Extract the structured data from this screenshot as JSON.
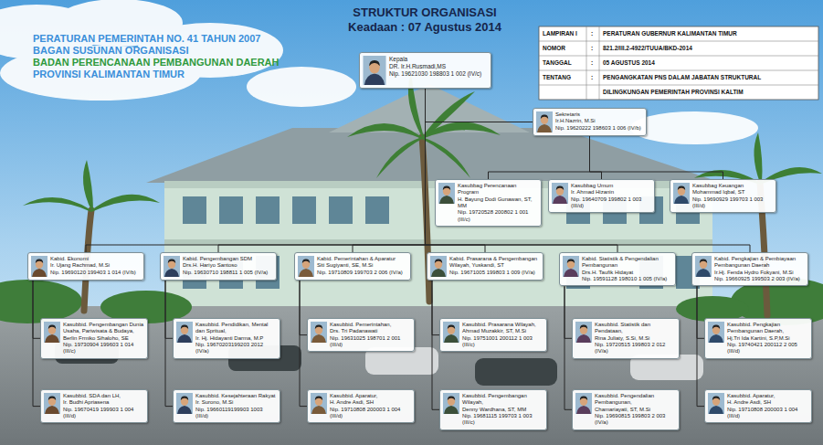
{
  "diagram": {
    "title": "STRUKTUR ORGANISASI",
    "nodes": [
      {
        "text": [
          "Kepala",
          "DR. Ir.H.Rusmadi,MS",
          "Nip. 19621030 198803 1 002 (IV/c)"
        ]
      },
      {
        "text": [
          "Sekretaris",
          "Ir.H.Nazrin, M.Si",
          "Nip. 19620222 198603 1 006 (IV/b)"
        ]
      },
      {
        "text": [
          "Kasubbag Perencanaan Program",
          "H. Bayung Dodi Gunawan, ST, MM",
          "Nip. 19720528 200802 1 001 (III/c)"
        ]
      },
      {
        "text": [
          "Kasubbag Umum",
          "Ir. Ahmad Hizanin",
          "Nip. 19640709 199802 1 003 (III/d)"
        ]
      },
      {
        "text": [
          "Kasubbag Keuangan",
          "Mohammad Iqbal, ST",
          "Nip. 19690929 199703 1 003 (III/d)"
        ]
      },
      {
        "text": [
          "Kabid. Ekonomi",
          "Ir. Ujang Rachmad, M.Si",
          "Nip. 19690120 199403 1 014 (IV/b)"
        ]
      },
      {
        "text": [
          "Kabid. Pengembangan SDM",
          "Drs.H. Hariyo Santoso",
          "Nip. 19630710 198811 1 005 (IV/a)"
        ]
      },
      {
        "text": [
          "Kabid. Pemerintahan & Aparatur",
          "Siti Sugiyanti, SE, M.Si",
          "Nip. 19710809 199703 2 006 (IV/a)"
        ]
      },
      {
        "text": [
          "Kabid. Prasarana & Pengembangan Wilayah, Yuskandi, ST",
          "Nip. 19671005 199803 1 009 (IV/a)"
        ]
      },
      {
        "text": [
          "Kabid. Statistik & Pengendalian Pembangunan",
          "Drs.H. Taufik Hidayat",
          "Nip. 19591128 198010 1 005 (IV/a)"
        ]
      },
      {
        "text": [
          "Kabid. Pengkajian & Pembiayaan Pembangunan Daerah",
          "Ir.Hj. Fenda Hydro Fokyani, M.Si",
          "Nip. 19660925 199503 2 003 (IV/a)"
        ]
      },
      {
        "text": [
          "Kasubbid. Pengembangan Dunia Usaha, Pariwisata & Budaya, Berlin Frmiko Sihaloho, SE",
          "Nip. 19730904 199603 1 014 (III/c)"
        ]
      },
      {
        "text": [
          "Kasubbid. Pendidikan, Mental dan Spritual,",
          "Ir. Hj. Hidayanti Darma, M.P",
          "Nip. 19670203199203 2012 (IV/a)"
        ]
      },
      {
        "text": [
          "Kasubbid. Pemerintahan,",
          "Drs. Tri Padanawati",
          "Nip. 19631025 198701 2 001 (III/d)"
        ]
      },
      {
        "text": [
          "Kasubbid. Prasarana Wilayah,",
          "Ahmad Muzakkir, ST, M.Si",
          "Nip. 19751001 200112 1 003 (III/c)"
        ]
      },
      {
        "text": [
          "Kasubbid. Statistik dan Pendataan,",
          "Rina Juliaty, S.Si, M.Si",
          "Nip. 19720515 199803 2 012 (IV/a)"
        ]
      },
      {
        "text": [
          "Kasubbid. Pengkajian Pembangunan Daerah,",
          "Hj.Tri Ida Kartini, S.P,M.Si",
          "Nip. 19740421 200112 2 005 (III/d)"
        ]
      },
      {
        "text": [
          "Kasubbid. SDA dan LH,",
          "Ir. Budhi Apriasena",
          "Nip. 19670419 199903 1 004 (III/d)"
        ]
      },
      {
        "text": [
          "Kasubbid. Kesejahteraan Rakyat",
          "Ir. Surono, M.Si",
          "Nip. 19660119199903 1003 (III/d)"
        ]
      },
      {
        "text": [
          "Kasubbid. Aparatur,",
          "H. Andre Asdi, SH",
          "Nip. 19710808 200003 1 004 (III/d)"
        ]
      },
      {
        "text": [
          "Kasubbid. Pengembangan Wilayah,",
          "Denny Wardhana, ST, MM",
          "Nip. 19681115 199703 1 003 (III/c)"
        ]
      },
      {
        "text": [
          "Kasubbid. Pengendalian Pembangunan,",
          "Chamariayati, ST, M.Si",
          "Nip. 19690815 199803 2 003 (IV/a)"
        ]
      },
      {
        "text": [
          "Kasubbid. Aparatur,",
          "H. Andre Asdi, SH",
          "Nip. 19710808 200003 1 004 (III/d)"
        ]
      }
    ],
    "edges": [
      {
        "from": 0,
        "to": 1,
        "arrow": "none"
      },
      {
        "from": 1,
        "to": 2,
        "arrow": "none"
      },
      {
        "from": 1,
        "to": 3,
        "arrow": "none"
      },
      {
        "from": 1,
        "to": 4,
        "arrow": "none"
      },
      {
        "from": 0,
        "to": 5,
        "arrow": "none"
      },
      {
        "from": 0,
        "to": 6,
        "arrow": "none"
      },
      {
        "from": 0,
        "to": 7,
        "arrow": "none"
      },
      {
        "from": 0,
        "to": 8,
        "arrow": "none"
      },
      {
        "from": 0,
        "to": 9,
        "arrow": "none"
      },
      {
        "from": 0,
        "to": 10,
        "arrow": "none"
      },
      {
        "from": 5,
        "to": 11,
        "arrow": "none"
      },
      {
        "from": 5,
        "to": 17,
        "arrow": "none"
      },
      {
        "from": 6,
        "to": 12,
        "arrow": "none"
      },
      {
        "from": 6,
        "to": 18,
        "arrow": "none"
      },
      {
        "from": 7,
        "to": 13,
        "arrow": "none"
      },
      {
        "from": 7,
        "to": 19,
        "arrow": "none"
      },
      {
        "from": 8,
        "to": 14,
        "arrow": "none"
      },
      {
        "from": 8,
        "to": 20,
        "arrow": "none"
      },
      {
        "from": 9,
        "to": 15,
        "arrow": "none"
      },
      {
        "from": 9,
        "to": 21,
        "arrow": "none"
      },
      {
        "from": 10,
        "to": 16,
        "arrow": "none"
      },
      {
        "from": 10,
        "to": 22,
        "arrow": "none"
      }
    ],
    "labels": [
      "Keadaan : 07 Agustus 2014",
      "PERATURAN PEMERINTAH NO. 41 TAHUN 2007",
      "BAGAN SUSUNAN ORGANISASI",
      "BADAN PERENCANAAN PEMBANGUNAN DAERAH",
      "PROVINSI KALIMANTAN TIMUR",
      "LAMPIRAN I",
      ":",
      "PERATURAN GUBERNUR KALIMANTAN TIMUR",
      "NOMOR",
      ":",
      "821.2/III.2-4922/TUUA/BKD-2014",
      "TANGGAL",
      ":",
      "05 AGUSTUS 2014",
      "TENTANG",
      ":",
      "PENGANGKATAN PNS DALAM JABATAN STRUKTURAL",
      "DILINGKUNGAN PEMERINTAH PROVINSI KALTIM"
    ]
  }
}
